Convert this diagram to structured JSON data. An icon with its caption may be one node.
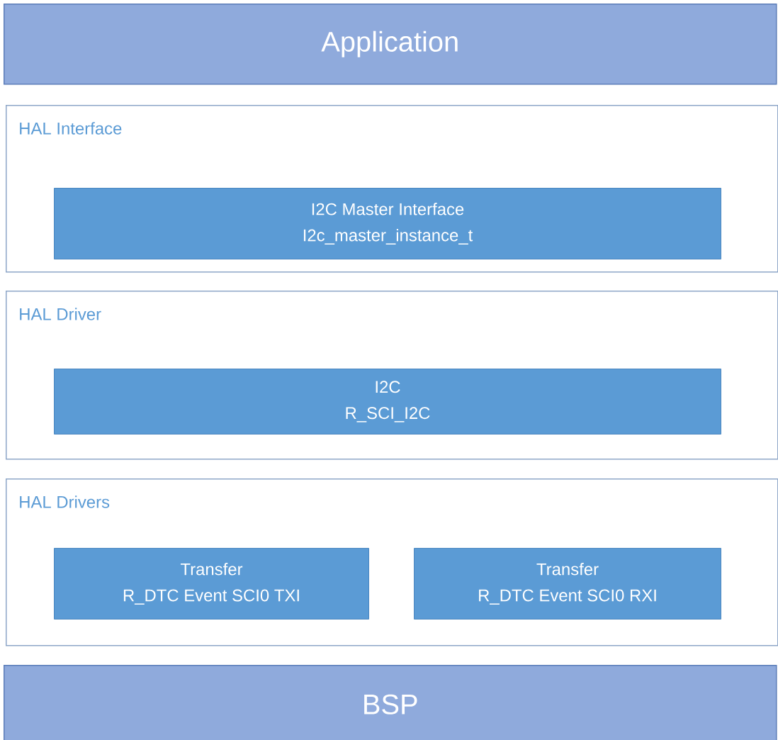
{
  "diagram": {
    "nodes": [
      {
        "text": [
          "Application"
        ]
      },
      {
        "text": [
          "HAL Interface"
        ]
      },
      {
        "text": [
          "I2C Master Interface",
          "I2c_master_instance_t"
        ],
        "in": 1
      },
      {
        "text": [
          "HAL Driver"
        ]
      },
      {
        "text": [
          "I2C",
          "R_SCI_I2C"
        ],
        "in": 3
      },
      {
        "text": [
          "HAL Drivers"
        ]
      },
      {
        "text": [
          "Transfer",
          "R_DTC Event SCI0 TXI"
        ],
        "in": 5
      },
      {
        "text": [
          "Transfer",
          "R_DTC Event SCI0 RXI"
        ],
        "in": 5
      },
      {
        "text": [
          "BSP"
        ]
      }
    ]
  }
}
